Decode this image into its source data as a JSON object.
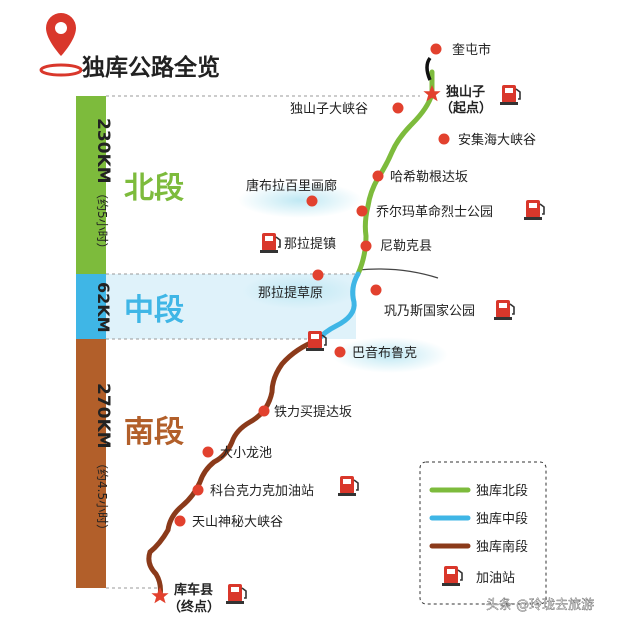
{
  "title": "独库公路全览",
  "colors": {
    "north": "#7dbb3c",
    "middle": "#3fb6e6",
    "south": "#8b3a1a",
    "gray_band": "#d8d8d8",
    "marker_red": "#e2412e",
    "pin_red": "#d9372b"
  },
  "sections": {
    "north": {
      "name": "北段",
      "distance": "230KM",
      "time": "（约5小时）"
    },
    "middle": {
      "name": "中段",
      "distance": "62KM"
    },
    "south": {
      "name": "南段",
      "distance": "270KM",
      "time": "（约4.5小时）"
    }
  },
  "places": {
    "kuitun": "奎屯市",
    "dushanzi": "独山子",
    "dushanzi_note": "（起点）",
    "dushanzi_canyon": "独山子大峡谷",
    "anjihai": "安集海大峡谷",
    "habule": "哈希勒根达坂",
    "tangbula": "唐布拉百里画廊",
    "qiaoerma": "乔尔玛革命烈士公园",
    "nalati_town": "那拉提镇",
    "nileke": "尼勒克县",
    "nalati_grass": "那拉提草原",
    "gongnaisi": "巩乃斯国家公园",
    "bayinbuluke": "巴音布鲁克",
    "tieli": "铁力买提达坂",
    "daxiao": "大小龙池",
    "ketai": "科台克力克加油站",
    "tianshan": "天山神秘大峡谷",
    "kuche": "库车县",
    "kuche_note": "（终点）"
  },
  "legend": {
    "north": "独库北段",
    "middle": "独库中段",
    "south": "独库南段",
    "gas": "加油站"
  },
  "icons": {
    "pin": "location-pin-icon",
    "gas": "gas-station-icon",
    "start": "star-icon",
    "place": "dot-icon"
  },
  "watermark": "头条 @玲珑去旅游"
}
